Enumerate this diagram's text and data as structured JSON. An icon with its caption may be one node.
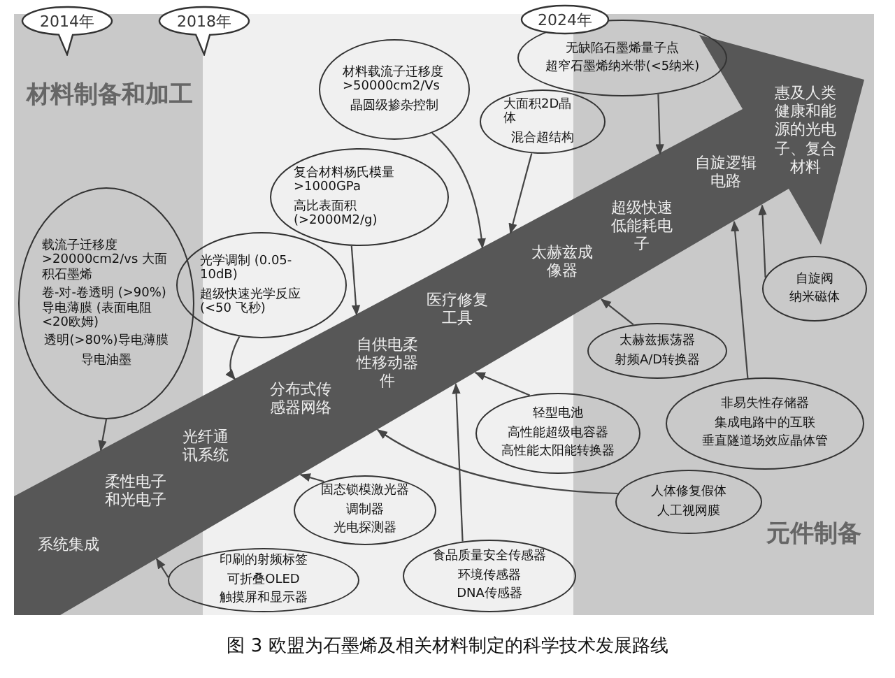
{
  "diagram": {
    "caption": "图 3 欧盟为石墨烯及相关材料制定的科学技术发展路线",
    "nodes": [
      {
        "text": [
          "2014年"
        ]
      },
      {
        "text": [
          "2018年"
        ]
      },
      {
        "text": [
          "2024年"
        ]
      },
      {
        "text": [
          "无缺陷石墨烯量子点",
          "超窄石墨烯纳米带(<5纳米)"
        ]
      },
      {
        "text": [
          "材料载流子迁移度 >50000cm2/Vs",
          "晶圆级掺杂控制"
        ]
      },
      {
        "text": [
          "大面积2D晶体",
          "混合超结构"
        ]
      },
      {
        "text": [
          "复合材料杨氏模量 >1000GPa",
          "高比表面积 (>2000M2/g)"
        ]
      },
      {
        "text": [
          "载流子迁移度 >20000cm2/vs 大面积石墨烯",
          "卷-对-卷透明 (>90%)导电薄膜 (表面电阻<20欧姆)",
          "透明(>80%)导电薄膜",
          "导电油墨"
        ]
      },
      {
        "text": [
          "光学调制 (0.05-10dB)",
          "超级快速光学反应 (<50 飞秒)"
        ]
      },
      {
        "text": [],
        "shape": "arrow"
      },
      {
        "text": [
          "自旋阀",
          "纳米磁体"
        ]
      },
      {
        "text": [
          "太赫兹振荡器",
          "射频A/D转换器"
        ]
      },
      {
        "text": [
          "轻型电池",
          "高性能超级电容器",
          "高性能太阳能转换器"
        ]
      },
      {
        "text": [
          "非易失性存储器",
          "集成电路中的互联",
          "垂直隧道场效应晶体管"
        ]
      },
      {
        "text": [
          "固态锁模激光器",
          "调制器",
          "光电探测器"
        ]
      },
      {
        "text": [
          "人体修复假体",
          "人工视网膜"
        ]
      },
      {
        "text": [
          "印刷的射频标签",
          "可折叠OLED",
          "触摸屏和显示器"
        ]
      },
      {
        "text": [
          "食品质量安全传感器",
          "环境传感器",
          "DNA传感器"
        ]
      }
    ],
    "edges": [
      {
        "from": 7,
        "to": 9,
        "arrow": "to"
      },
      {
        "from": 4,
        "to": 9,
        "arrow": "to"
      },
      {
        "from": 6,
        "to": 9,
        "arrow": "to"
      },
      {
        "from": 8,
        "to": 9,
        "arrow": "to"
      },
      {
        "from": 3,
        "to": 9,
        "arrow": "to"
      },
      {
        "from": 5,
        "to": 9,
        "arrow": "to"
      },
      {
        "from": 10,
        "to": 9,
        "arrow": "to"
      },
      {
        "from": 11,
        "to": 9,
        "arrow": "to"
      },
      {
        "from": 12,
        "to": 9,
        "arrow": "to"
      },
      {
        "from": 13,
        "to": 9,
        "arrow": "to"
      },
      {
        "from": 14,
        "to": 9,
        "arrow": "to"
      },
      {
        "from": 15,
        "to": 9,
        "arrow": "to"
      },
      {
        "from": 16,
        "to": 9,
        "arrow": "to"
      },
      {
        "from": 17,
        "to": 9,
        "arrow": "to"
      }
    ],
    "labels": [
      "材料制备和加工",
      "系统集成",
      "柔性电子和光电子",
      "光纤通讯系统",
      "分布式传感器网络",
      "自供电柔性移动器件",
      "医疗修复工具",
      "太赫兹成像器",
      "超级快速低能耗电子",
      "自旋逻辑电路",
      "惠及人类健康和能源的光电子、复合材料",
      "元件制备"
    ]
  }
}
